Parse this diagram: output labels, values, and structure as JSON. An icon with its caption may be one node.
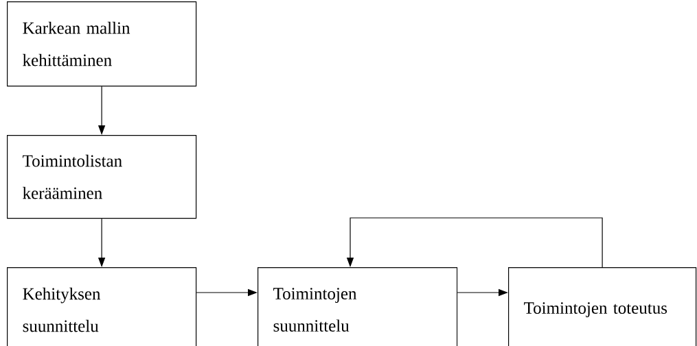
{
  "diagram": {
    "nodes": [
      {
        "text": [
          "Karkean mallin kehittäminen"
        ]
      },
      {
        "text": [
          "Toimintolistan kerääminen"
        ]
      },
      {
        "text": [
          "Kehityksen suunnittelu"
        ]
      },
      {
        "text": [
          "Toimintojen suunnittelu"
        ]
      },
      {
        "text": [
          "Toimintojen toteutus"
        ]
      }
    ],
    "edges": [
      {
        "from": 0,
        "to": 1,
        "arrow": "to"
      },
      {
        "from": 1,
        "to": 2,
        "arrow": "to"
      },
      {
        "from": 2,
        "to": 3,
        "arrow": "to"
      },
      {
        "from": 3,
        "to": 4,
        "arrow": "to"
      },
      {
        "from": 4,
        "to": 3,
        "arrow": "to"
      }
    ]
  }
}
